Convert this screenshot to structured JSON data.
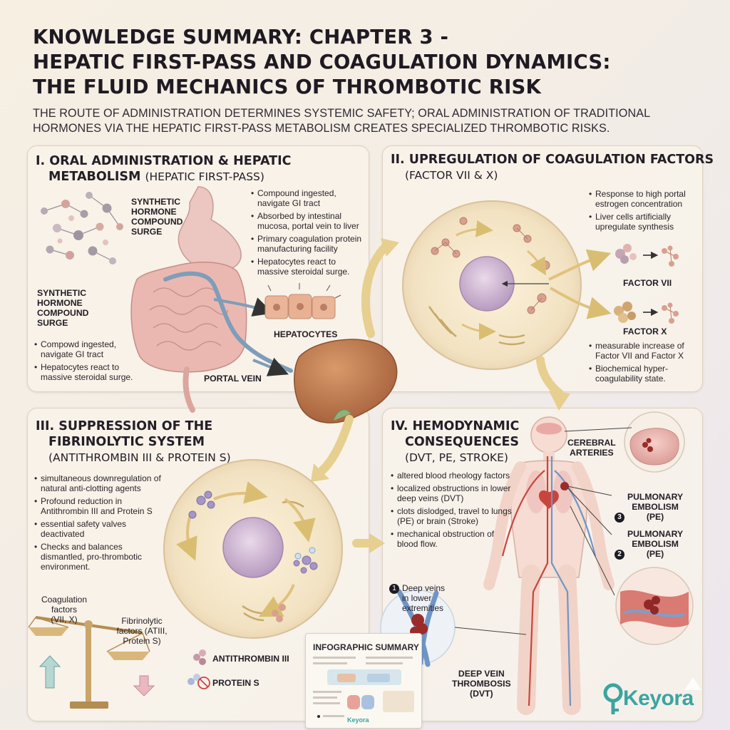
{
  "title": {
    "line1": "KNOWLEDGE SUMMARY: CHAPTER 3 -",
    "line2": "HEPATIC FIRST-PASS AND COAGULATION DYNAMICS:",
    "line3": "THE FLUID MECHANICS OF THROMBOTIC RISK"
  },
  "subtitle": {
    "line1": "THE ROUTE OF ADMINISTRATION DETERMINES SYSTEMIC SAFETY; ORAL ADMINISTRATION OF TRADITIONAL",
    "line2": "HORMONES VIA THE HEPATIC FIRST-PASS METABOLISM CREATES SPECIALIZED THROMBOTIC RISKS."
  },
  "panel1": {
    "heading_line1": "I. ORAL ADMINISTRATION & HEPATIC",
    "heading_line2": "METABOLISM",
    "heading_suffix": "(HEPATIC FIRST-PASS)",
    "bullets": [
      "Compound ingested, navigate GI tract",
      "Absorbed by intestinal mucosa, portal vein to liver",
      "Primary coagulation protein manufacturing facility",
      "Hepatocytes react to massive steroidal surge."
    ],
    "label_compound_top": "SYNTHETIC\nHORMONE\nCOMPOUND\nSURGE",
    "label_compound_left": "SYNTHETIC\nHORMONE\nCOMPOUND\nSURGE",
    "left_bullets": [
      "Compowd ingested, navigate GI tract",
      "Hepatocytes react to massive steroidal surge."
    ],
    "label_hepatocytes": "HEPATOCYTES",
    "label_portal_vein": "PORTAL VEIN"
  },
  "panel2": {
    "heading": "II. UPREGULATION OF COAGULATION FACTORS",
    "heading_sub": "(FACTOR VII & X)",
    "bullets_top": [
      "Response to high portal estrogen concentration",
      "Liver cells artificially upregulate synthesis"
    ],
    "label_factor7": "FACTOR VII",
    "label_factor10": "FACTOR X",
    "bullets_bottom": [
      "measurable increase of Factor VII and Factor X",
      "Biochemical hyper-coagulability state."
    ]
  },
  "panel3": {
    "heading_line1": "III. SUPPRESSION OF THE",
    "heading_line2": "FIBRINOLYTIC SYSTEM",
    "heading_sub": "(ANTITHROMBIN III & PROTEIN S)",
    "bullets": [
      "simultaneous downregulation of natural anti-clotting agents",
      "Profound reduction in Antithrombin III and Protein S",
      "essential safety valves deactivated",
      "Checks and balances dismantled, pro-thrombotic environment."
    ],
    "label_coag": "Coagulation\nfactors\n(VII, X)",
    "label_fib": "Fibrinolytic\nfactors (ATIII,\nProtein S)",
    "label_antithrombin": "ANTITHROMBIN III",
    "label_protein_s": "PROTEIN S"
  },
  "panel4": {
    "heading_line1": "IV. HEMODYNAMIC",
    "heading_line2": "CONSEQUENCES",
    "heading_sub": "(DVT, PE, STROKE)",
    "bullets": [
      "altered blood rheology factors",
      "localized obstructions in lower deep veins (DVT)",
      "clots dislodged, travel to lungs (PE) or brain (Stroke)",
      "mechanical obstruction of blood flow."
    ],
    "label_cerebral": "CEREBRAL\nARTERIES",
    "label_pe3_num": "3",
    "label_pe3": "PULMONARY\nEMBOLISM\n(PE)",
    "label_pe2_num": "2",
    "label_pe2": "PULMONARY\nEMBOLISM\n(PE)",
    "label_deep_num": "1",
    "label_deep": "Deep veins\nin lower\nextremities",
    "label_dvt": "DEEP VEIN\nTHROMBOSIS\n(DVT)"
  },
  "mini_summary": {
    "title": "INFOGRAPHIC SUMMARY",
    "brand": "Keyora"
  },
  "logo": {
    "text": "Keyora"
  },
  "colors": {
    "accent_teal": "#3aa5a0",
    "artery_red": "#c8453d",
    "vein_blue": "#6f95c5",
    "arrow_gold": "#e6cf8f"
  }
}
